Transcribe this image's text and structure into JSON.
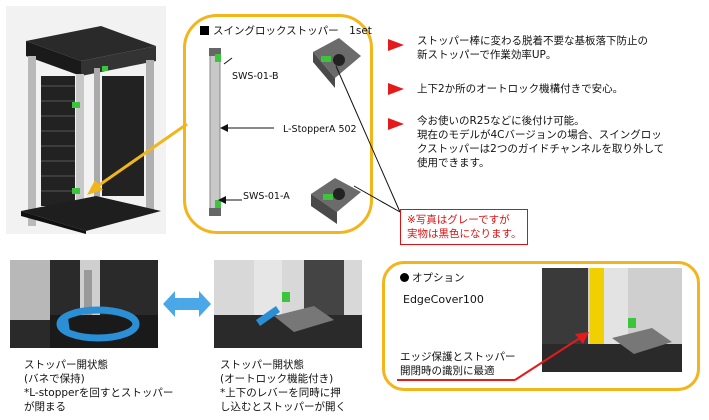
{
  "set_title": "スイングロックストッパー　1set",
  "labels": {
    "sws01b": "SWS-01-B",
    "lstopper": "L-StopperA 502",
    "sws01a": "SWS-01-A"
  },
  "features": [
    {
      "lines": [
        "ストッパー棒に変わる脱着不要な基板落下防止の",
        "新ストッパーで作業効率UP。"
      ]
    },
    {
      "lines": [
        "上下2か所のオートロック機構付きで安心。"
      ]
    },
    {
      "lines": [
        "今お使いのR25などに後付け可能。",
        "現在のモデルが4Cバージョンの場合、スイングロッ",
        "クストッパーは2つのガイドチャンネルを取り外して",
        "使用できます。"
      ]
    }
  ],
  "note": {
    "line1": "※写真はグレーですが",
    "line2": "実物は黒色になります。"
  },
  "state_spring": {
    "title": "ストッパー開状態",
    "sub": "(バネで保持)",
    "desc1": "*L-stopperを回すとストッパー",
    "desc2": "が閉まる"
  },
  "state_autolock": {
    "title": "ストッパー開状態",
    "sub": "(オートロック機能付き)",
    "desc1": "*上下のレバーを同時に押",
    "desc2": "し込むとストッパーが開く"
  },
  "option": {
    "heading": "オプション",
    "product": "EdgeCover100",
    "desc1": "エッジ保護とストッパー",
    "desc2": "開閉時の識別に最適"
  },
  "colors": {
    "frame": "#f2b51c",
    "accent": "#e31b1b",
    "arrow_blue": "#2b8fd6",
    "green": "#3cc43c"
  }
}
